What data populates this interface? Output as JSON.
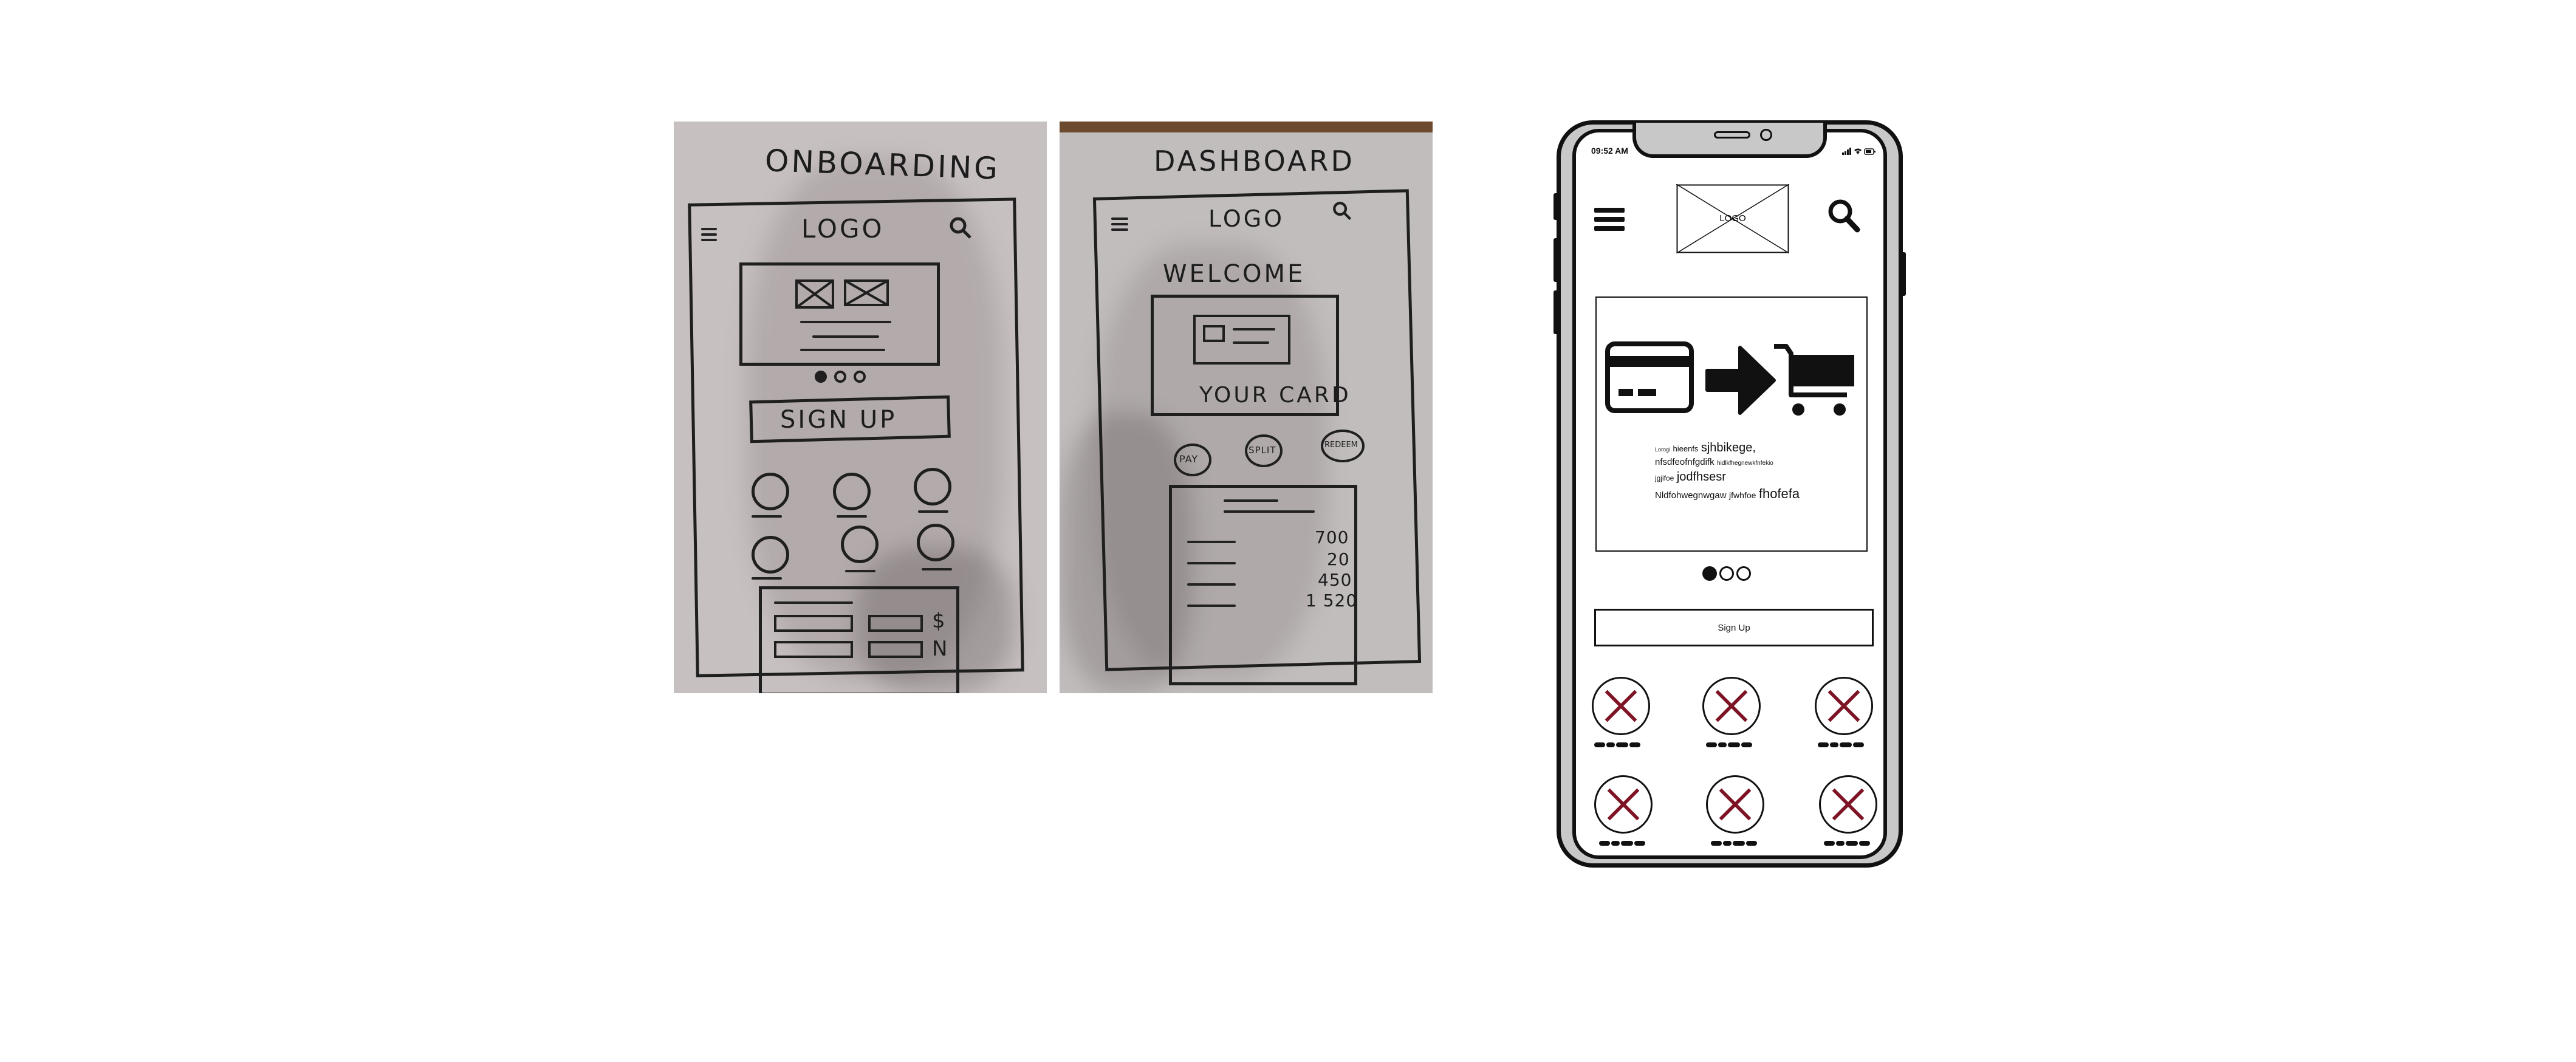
{
  "sketches": {
    "onboarding": {
      "title": "ONBOARDING",
      "logo": "LOGO",
      "signup": "SIGN UP",
      "currency_symbols": [
        "$",
        "N"
      ]
    },
    "dashboard": {
      "title": "DASHBOARD",
      "logo": "LOGO",
      "welcome": "WELCOME",
      "card_caption": "YOUR CARD",
      "chips": [
        "PAY",
        "SPLIT",
        "REDEEM"
      ],
      "amounts": [
        "700",
        "20",
        "450",
        "1 520"
      ]
    }
  },
  "phone": {
    "status": {
      "time": "09:52 AM"
    },
    "header": {
      "logo": "LOGO",
      "menu_icon": "hamburger-menu-icon",
      "search_icon": "search-icon"
    },
    "carousel": {
      "icons": [
        "credit-card-icon",
        "arrow-right-icon",
        "shopping-cart-icon"
      ],
      "lines": [
        [
          "Lorogi",
          "hieenfs",
          "sjhbikege,"
        ],
        [
          "nfsdfeofnfgdifk",
          "hidlkfhegnewkfnfekio"
        ],
        [
          "jgjifoe",
          "jodfhsesr"
        ],
        [
          "Nldfohwegnwgaw",
          "jfwhfoe",
          "fhofefa"
        ]
      ],
      "active_dot": 1,
      "dot_count": 3
    },
    "signup_label": "Sign Up",
    "grid_item_count": 6,
    "colors": {
      "accent_x": "#7d1325",
      "ink": "#111111"
    }
  }
}
